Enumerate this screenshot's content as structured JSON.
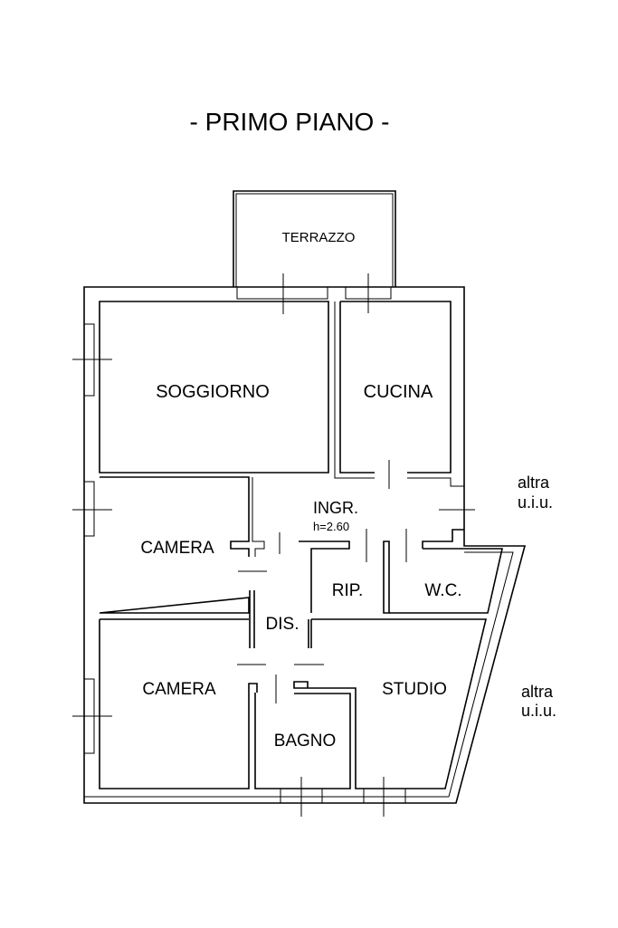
{
  "title": "- PRIMO PIANO  -",
  "rooms": {
    "terrazzo": "TERRAZZO",
    "soggiorno": "SOGGIORNO",
    "cucina": "CUCINA",
    "ingresso": "INGR.",
    "height": "h=2.60",
    "camera1": "CAMERA",
    "camera2": "CAMERA",
    "rip": "RIP.",
    "wc": "W.C.",
    "dis": "DIS.",
    "studio": "STUDIO",
    "bagno": "BAGNO"
  },
  "neighbors": {
    "upper_line1": "altra",
    "upper_line2": "u.i.u.",
    "lower_line1": "altra",
    "lower_line2": "u.i.u."
  }
}
